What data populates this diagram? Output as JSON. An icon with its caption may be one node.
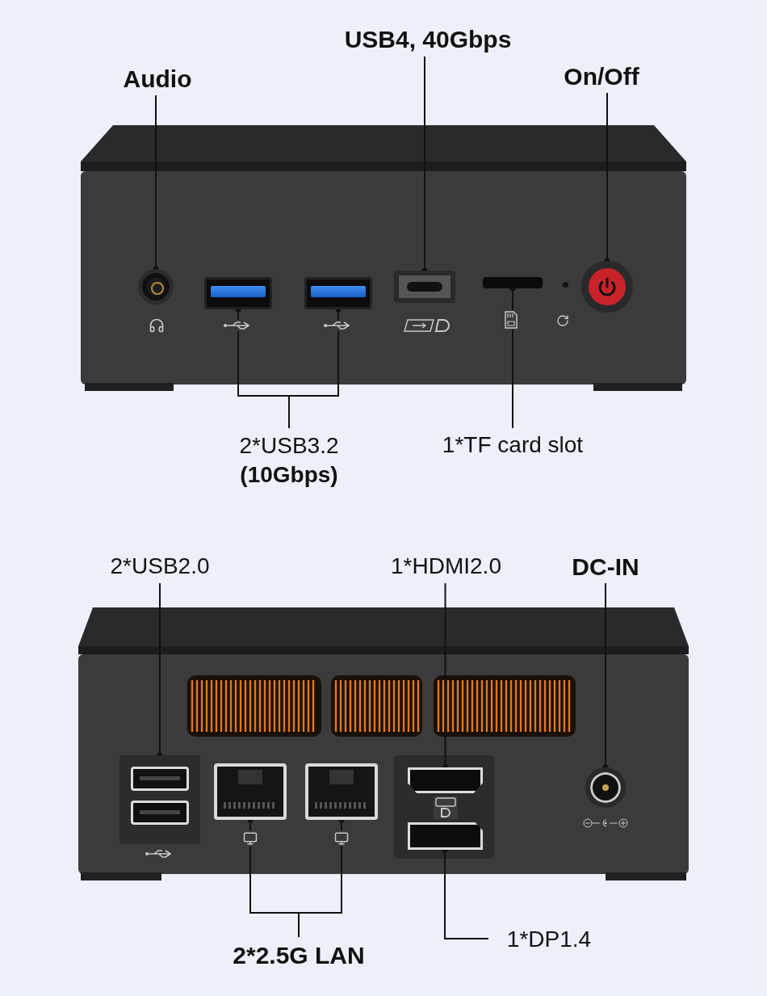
{
  "diagram": {
    "nodes": [
      {
        "text": [
          "Audio"
        ]
      },
      {
        "text": [
          "USB4, 40Gbps"
        ]
      },
      {
        "text": [
          "On/Off"
        ]
      },
      {
        "text": [],
        "shape": "circle"
      },
      {
        "text": [],
        "shape": "box"
      },
      {
        "text": [],
        "shape": "circle"
      },
      {
        "text": [],
        "shape": "box"
      },
      {
        "text": [],
        "shape": "box"
      },
      {
        "text": [],
        "shape": "box"
      },
      {
        "text": [
          "2*USB3.2 **(10Gbps)**"
        ]
      },
      {
        "text": [
          "1*TF card slot"
        ]
      },
      {
        "text": [
          "2*USB2.0"
        ]
      },
      {
        "text": [
          "1*HDMI2.0"
        ]
      },
      {
        "text": [
          "DC-IN"
        ]
      },
      {
        "text": [],
        "shape": "box"
      },
      {
        "text": [],
        "shape": "box"
      },
      {
        "text": [],
        "shape": "circle"
      },
      {
        "text": [],
        "shape": "box"
      },
      {
        "text": [],
        "shape": "box"
      },
      {
        "text": [],
        "shape": "box"
      },
      {
        "text": [
          "2*2.5G LAN"
        ]
      },
      {
        "text": [
          "1*DP1.4"
        ]
      }
    ],
    "edges": [
      {
        "from": 0,
        "to": 3,
        "arrow": "other"
      },
      {
        "from": 1,
        "to": 4,
        "arrow": "other"
      },
      {
        "from": 2,
        "to": 5,
        "arrow": "other"
      },
      {
        "from": 9,
        "to": 6,
        "arrow": "other"
      },
      {
        "from": 9,
        "to": 7,
        "arrow": "other"
      },
      {
        "from": 10,
        "to": 8,
        "arrow": "other"
      },
      {
        "from": 11,
        "to": 14,
        "arrow": "other"
      },
      {
        "from": 12,
        "to": 15,
        "arrow": "other"
      },
      {
        "from": 13,
        "to": 16,
        "arrow": "other"
      },
      {
        "from": 20,
        "to": 17,
        "arrow": "other"
      },
      {
        "from": 20,
        "to": 18,
        "arrow": "other"
      },
      {
        "from": 21,
        "to": 19,
        "arrow": "other"
      }
    ]
  }
}
